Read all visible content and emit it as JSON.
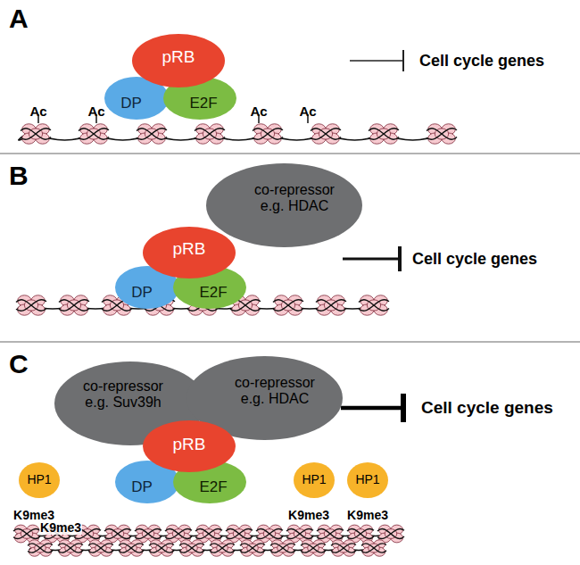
{
  "diagram": {
    "nodes": [
      {
        "text": [
          "pRB"
        ]
      },
      {
        "text": [
          "DP"
        ]
      },
      {
        "text": [
          "E2F"
        ]
      },
      {
        "text": [
          "co-repressor e.g. HDAC"
        ]
      },
      {
        "text": [
          "pRB"
        ]
      },
      {
        "text": [
          "DP"
        ]
      },
      {
        "text": [
          "E2F"
        ]
      },
      {
        "text": [
          "co-repressor e.g. Suv39h"
        ]
      },
      {
        "text": [
          "co-repressor e.g. HDAC"
        ]
      },
      {
        "text": [
          "HP1"
        ]
      },
      {
        "text": [
          "pRB"
        ]
      },
      {
        "text": [
          "DP"
        ]
      },
      {
        "text": [
          "E2F"
        ]
      },
      {
        "text": [
          "HP1"
        ]
      },
      {
        "text": [
          "HP1"
        ]
      }
    ],
    "labels": [
      "A",
      "Ac",
      "Ac",
      "Ac",
      "Ac",
      "Cell cycle genes",
      "B",
      "Cell cycle genes",
      "C",
      "Cell cycle genes",
      "K9me3",
      "K9me3",
      "K9me3",
      "K9me3"
    ]
  }
}
